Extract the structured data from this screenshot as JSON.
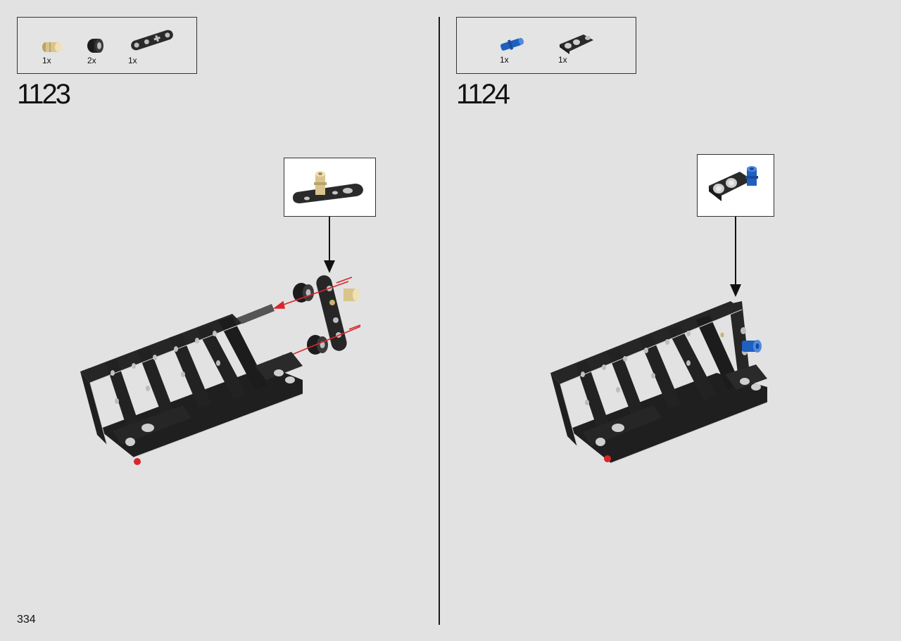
{
  "page": {
    "number": "334"
  },
  "steps": [
    {
      "number": "1123",
      "parts": [
        {
          "qty": "1x",
          "icon": "tan-axle-pin-icon",
          "color": "#d8c48c"
        },
        {
          "qty": "2x",
          "icon": "black-bush-icon",
          "color": "#222222"
        },
        {
          "qty": "1x",
          "icon": "black-thin-beam-icon",
          "color": "#2a2a2a"
        }
      ]
    },
    {
      "number": "1124",
      "parts": [
        {
          "qty": "1x",
          "icon": "blue-pin-icon",
          "color": "#1f5fbf"
        },
        {
          "qty": "1x",
          "icon": "black-connector-beam-icon",
          "color": "#2a2a2a"
        }
      ]
    }
  ],
  "colors": {
    "arrow_red": "#d9252b",
    "technic_black": "#1f1f1f",
    "technic_grey": "#c8c8c8"
  }
}
